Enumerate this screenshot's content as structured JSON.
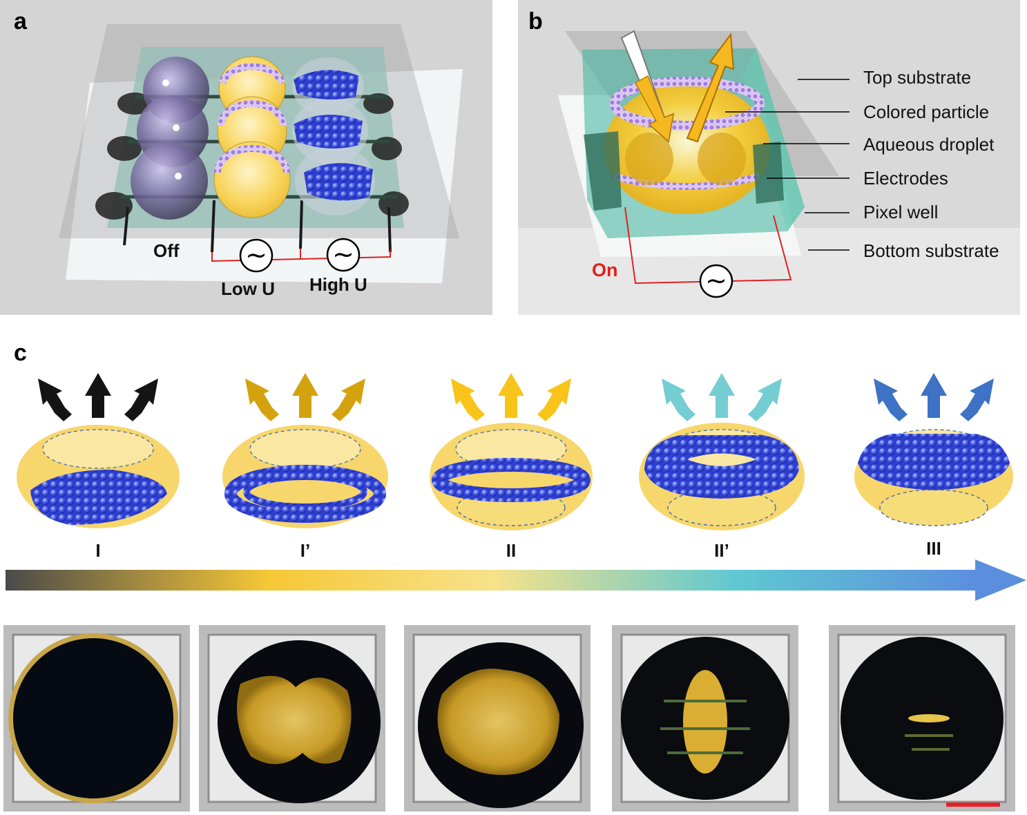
{
  "panels": {
    "a": {
      "letter": "a",
      "labels": {
        "off": "Off",
        "low": "Low U",
        "high": "High U"
      },
      "ac_symbol": "~"
    },
    "b": {
      "letter": "b",
      "labels": {
        "on": "On"
      },
      "ac_symbol": "~",
      "layers": [
        "Top substrate",
        "Colored particle",
        "Aqueous droplet",
        "Electrodes",
        "Pixel well",
        "Bottom substrate"
      ]
    },
    "c": {
      "letter": "c",
      "states": [
        {
          "label": "I",
          "arrow_color": "#141414"
        },
        {
          "label": "I’",
          "arrow_color": "#d4a20f"
        },
        {
          "label": "II",
          "arrow_color": "#f8c419"
        },
        {
          "label": "II’",
          "arrow_color": "#74cdd2"
        },
        {
          "label": "III",
          "arrow_color": "#3d72c4"
        }
      ]
    }
  },
  "colors": {
    "gradient": [
      "#4a4a4a",
      "#f6c736",
      "#f7e28a",
      "#5fc8d2",
      "#5c8ede"
    ],
    "electrode_wire": "#e02020",
    "scale_bar": "#e8202a",
    "particle": "#3a50e0",
    "droplet": "#f4c93e"
  }
}
